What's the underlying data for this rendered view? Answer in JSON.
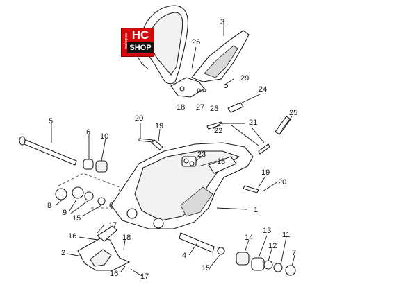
{
  "logo": {
    "top": "HC",
    "bottom": "SHOP",
    "side": "hcshop.eu"
  },
  "callouts": [
    "1",
    "2",
    "3",
    "4",
    "5",
    "6",
    "7",
    "8",
    "9",
    "10",
    "11",
    "12",
    "13",
    "14",
    "15",
    "16",
    "17",
    "18",
    "19",
    "20",
    "21",
    "22",
    "23",
    "24",
    "25",
    "26",
    "27",
    "28",
    "29"
  ],
  "colors": {
    "logo_red": "#d40b0b",
    "line": "#1a1a1a"
  }
}
